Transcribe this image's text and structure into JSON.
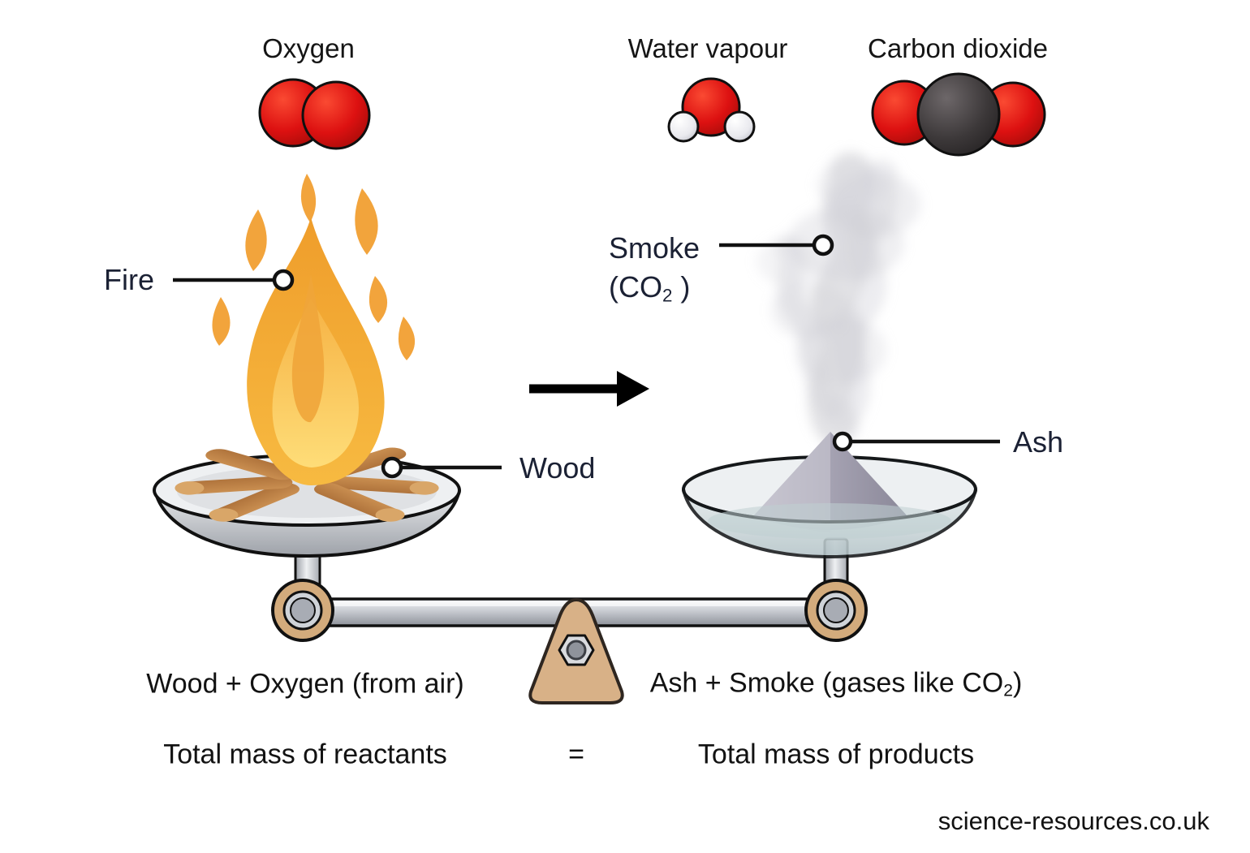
{
  "molecule_labels": {
    "oxygen": "Oxygen",
    "water": "Water vapour",
    "co2": "Carbon dioxide"
  },
  "callouts": {
    "fire": "Fire",
    "wood": "Wood",
    "smoke": "Smoke",
    "smoke_formula_open": "(CO",
    "smoke_formula_sub": "2",
    "smoke_formula_close": " )",
    "ash": "Ash"
  },
  "equation": {
    "reactants": "Wood + Oxygen (from air)",
    "products_pre": "Ash + Smoke (gases like CO",
    "products_sub": "2",
    "products_close": ")",
    "total_reactants": "Total mass of reactants",
    "equals_sign": "=",
    "total_products": "Total mass of products"
  },
  "footer": {
    "site": "science-resources.co.uk"
  },
  "icons": {
    "oxygen_molecule": "two-red-atoms",
    "water_molecule": "red-atom-two-white-atoms",
    "co2_molecule": "black-atom-two-red-atoms",
    "fire": "flame-icon",
    "smoke": "smoke-plume-icon",
    "arrow": "reaction-arrow-right",
    "balance": "balance-scale"
  },
  "colors": {
    "atom_red": "#dd1111",
    "atom_dark": "#3c3839",
    "atom_white": "#e9e9ee",
    "flame_orange": "#f2a43c",
    "flame_yellow": "#fdd96f",
    "label_navy": "#1b2134",
    "text_black": "#121212",
    "pan_grey": "#c6c9cf",
    "glass_blue_grey": "#bfd0d2",
    "hub_tan": "#d3ab7c",
    "fulcrum_tan": "#d8b187",
    "ash_grey": "#a5a2b2",
    "smoke_grey": "#c9c9d0",
    "wood_brown": "#c08048"
  }
}
